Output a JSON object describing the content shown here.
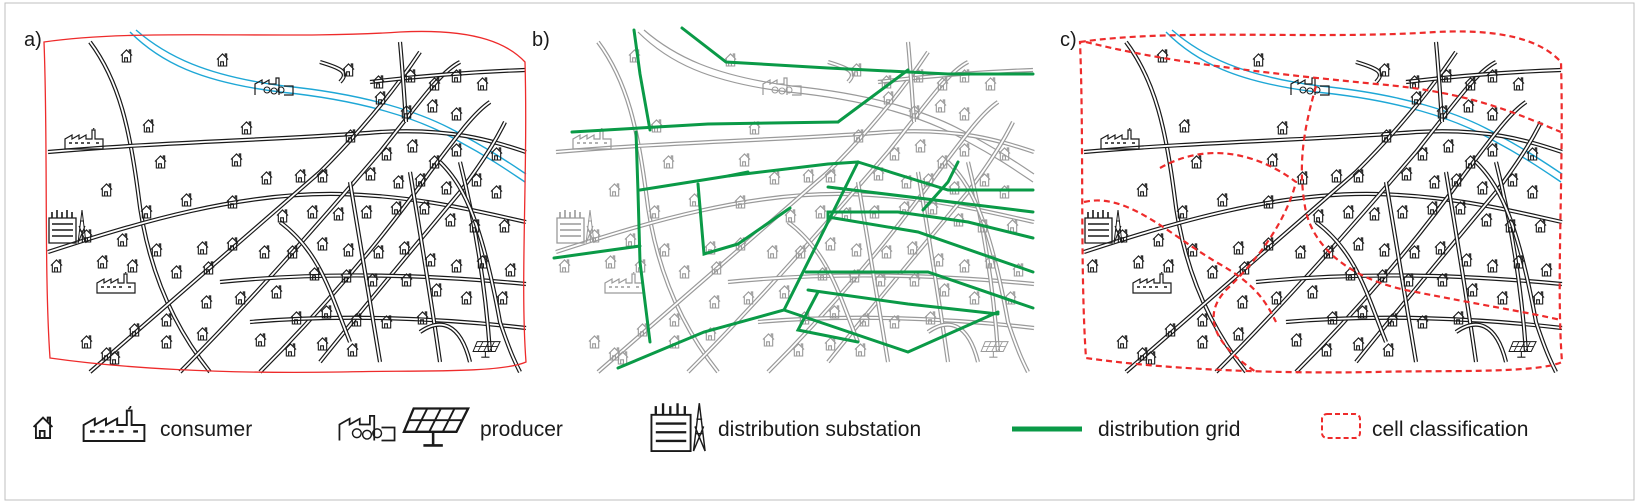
{
  "panels": [
    {
      "label": "a)"
    },
    {
      "label": "b)"
    },
    {
      "label": "c)"
    }
  ],
  "legend": {
    "consumer": "consumer",
    "producer": "producer",
    "substation": "distribution substation",
    "grid": "distribution grid",
    "cell": "cell classification"
  },
  "colors": {
    "river": "#1ea7d6",
    "grid": "#0a9a47",
    "cell": "#ee2b2b",
    "roads": "#1a1a1a",
    "roads_faded": "#9a9a9a"
  },
  "icons": [
    "house-icon",
    "factory-icon",
    "waste-plant-icon",
    "solar-panel-icon",
    "substation-icon"
  ]
}
